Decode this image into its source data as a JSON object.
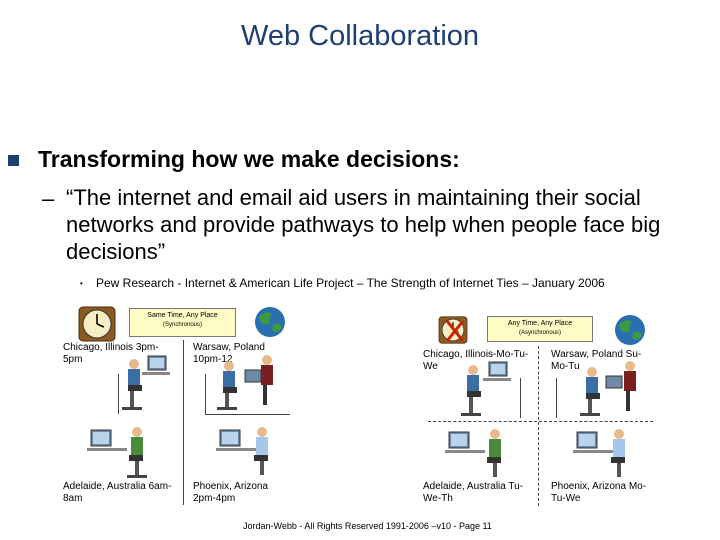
{
  "slide": {
    "title": "Web Collaboration",
    "heading": "Transforming how we make decisions:",
    "dash": "–",
    "quote_lines": [
      "“The internet and email aid users in maintaining their social",
      "networks and provide pathways to help when people face big",
      "decisions”"
    ],
    "source_bullet": "•",
    "source": "Pew Research - Internet & American Life Project – The Strength of Internet Ties – January 2006",
    "footer": "Jordan-Webb - All Rights Reserved 1991-2006 –v10 - Page 11"
  },
  "left_panel": {
    "banner_line1": "Same Time, Any Place",
    "banner_line2": "(Synchronous)",
    "cells": [
      "Chicago, Illinois 3pm-5pm",
      "Warsaw, Poland 10pm-12",
      "Adelaide, Australia 6am-8am",
      "Phoenix, Arizona 2pm-4pm"
    ]
  },
  "right_panel": {
    "banner_line1": "Any Time, Any Place",
    "banner_line2": "(Asynchronous)",
    "cells": [
      "Chicago, Illinois-Mo-Tu-We",
      "Warsaw, Poland Su-Mo-Tu",
      "Adelaide, Australia Tu-We-Th",
      "Phoenix, Arizona Mo-Tu-We"
    ]
  },
  "colors": {
    "title": "#1f3f73",
    "banner": "#fffbc4",
    "x_mark": "#cc2200"
  },
  "icons": [
    "square-bullet-icon",
    "clock-icon",
    "globe-icon",
    "x-mark-icon",
    "computer-user-icon"
  ]
}
